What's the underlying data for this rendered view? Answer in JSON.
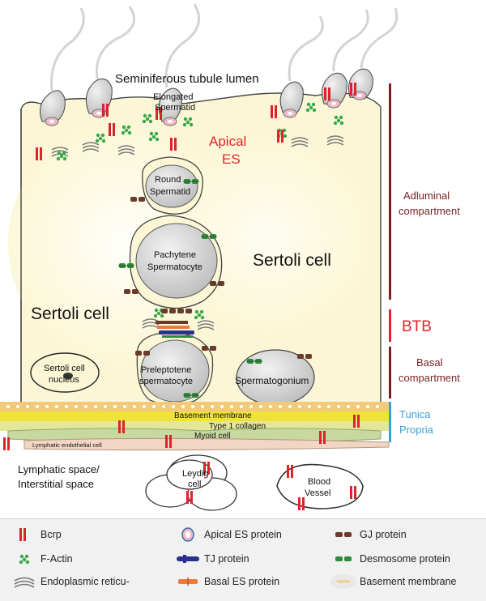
{
  "labels": {
    "lumen": "Seminiferous tubule lumen",
    "elongated_line1": "Elongated",
    "elongated_line2": "Spermatid",
    "apical_es_line1": "Apical",
    "apical_es_line2": "ES",
    "round_line1": "Round",
    "round_line2": "Spermatid",
    "pachytene_line1": "Pachytene",
    "pachytene_line2": "Spermatocyte",
    "sertoli_right": "Sertoli cell",
    "sertoli_left": "Sertoli cell",
    "nucleus_line1": "Sertoli cell",
    "nucleus_line2": "nucleus",
    "preleptotene_line1": "Preleptotene",
    "preleptotene_line2": "spermatocyte",
    "spermatogonium": "Spermatogonium",
    "basement_membrane": "Basement membrane",
    "type1_collagen": "Type 1 collagen",
    "myoid_cell": "Myoid cell",
    "lymphatic_endothelial": "Lymphatic endothelial cell",
    "lymphatic_line1": "Lymphatic space/",
    "lymphatic_line2": "Interstitial space",
    "leydig_line1": "Leydig",
    "leydig_line2": "cell",
    "blood_line1": "Blood",
    "blood_line2": "Vessel"
  },
  "side_labels": {
    "adluminal_line1": "Adluminal",
    "adluminal_line2": "compartment",
    "btb": "BTB",
    "basal_line1": "Basal",
    "basal_line2": "compartment",
    "tunica_line1": "Tunica",
    "tunica_line2": "Propria"
  },
  "legend": [
    {
      "icon": "bcrp-icon",
      "label": "Bcrp"
    },
    {
      "icon": "apical-es-protein-icon",
      "label": "Apical ES protein"
    },
    {
      "icon": "gj-protein-icon",
      "label": "GJ protein"
    },
    {
      "icon": "f-actin-icon",
      "label": "F-Actin"
    },
    {
      "icon": "tj-protein-icon",
      "label": "TJ protein"
    },
    {
      "icon": "desmosome-protein-icon",
      "label": "Desmosome protein"
    },
    {
      "icon": "endoplasmic-reticulum-icon",
      "label": "Endoplasmic reticu-"
    },
    {
      "icon": "basal-es-protein-icon",
      "label": "Basal ES protein"
    },
    {
      "icon": "basement-membrane-icon",
      "label": "Basement membrane"
    }
  ],
  "colors": {
    "sertoli_cytoplasm": "#fbf7d6",
    "sertoli_glow": "#f4eeb0",
    "cell_gray": "#cfcfcf",
    "bcrp": "#d8262c",
    "gj": "#6b3b2a",
    "desmosome": "#2f8a3c",
    "f_actin": "#39a84a",
    "tj": "#2b2f8f",
    "basal_es": "#f07a3a",
    "apical_es_label": "#e2262b",
    "btb_label": "#e2262b",
    "compartment_bar": "#7b1f1f",
    "tunica_bar": "#3aa0d8",
    "basement_yellow": "#efe23a",
    "basement_dots": "#f3c97a",
    "collagen": "#e4e69a",
    "myoid": "#c8d9a0",
    "lymphatic": "#f1d6c4"
  }
}
